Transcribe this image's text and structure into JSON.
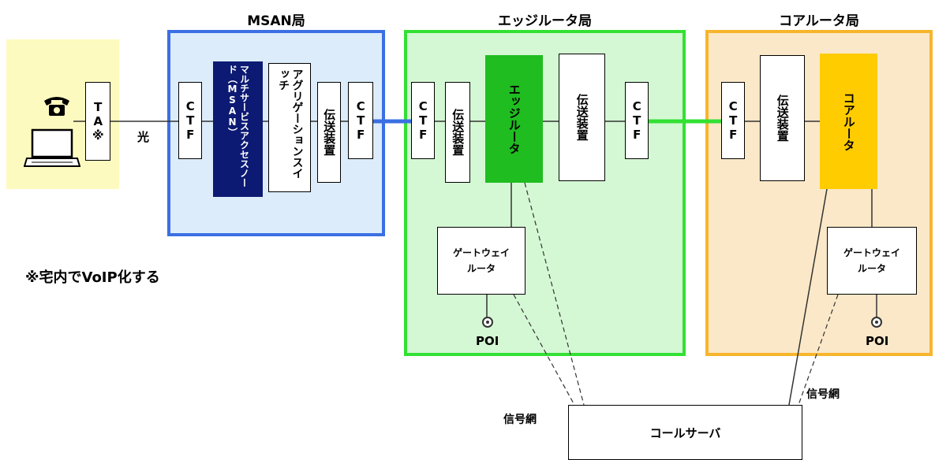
{
  "zones": {
    "msan": {
      "title": "MSAN局",
      "fill": "#dcecfb",
      "border": "#3b6fe3"
    },
    "edge": {
      "title": "エッジルータ局",
      "fill": "#d4f8d4",
      "border": "#33e033"
    },
    "core": {
      "title": "コアルータ局",
      "fill": "#fbe8c8",
      "border": "#f7b52c"
    },
    "home": {
      "fill": "#fdfabf"
    }
  },
  "home": {
    "phone_icon": "phone-icon",
    "pc_icon": "laptop-icon",
    "ta_label": "TA※",
    "note": "※宅内でVoIP化する"
  },
  "link_label": "光",
  "msan": {
    "ctf1": "CTF",
    "msan_device": "マルチサービスアクセスノード（MSAN）",
    "msan_fill": "#0d1a73",
    "agg_switch": "アグリゲーションスイッチ",
    "transport": "伝送装置",
    "ctf2": "CTF"
  },
  "edge": {
    "ctf1": "CTF",
    "transport1": "伝送装置",
    "router": "エッジルータ",
    "router_fill": "#1fbd1f",
    "transport2": "伝送装置",
    "ctf2": "CTF",
    "gateway": "ゲートウェイ\nルータ",
    "poi": "POI"
  },
  "core": {
    "ctf": "CTF",
    "transport": "伝送装置",
    "router": "コアルータ",
    "router_fill": "#ffcc00",
    "gateway": "ゲートウェイ\nルータ",
    "poi": "POI"
  },
  "signal_net_left": "信号網",
  "signal_net_right": "信号網",
  "call_server": "コールサーバ"
}
